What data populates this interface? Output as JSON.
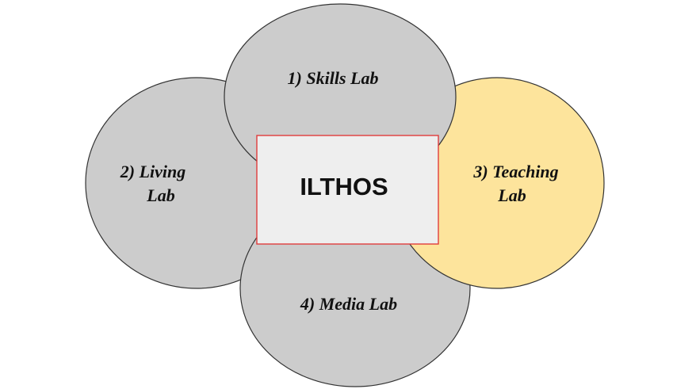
{
  "diagram": {
    "center": {
      "label": "ILTHOS"
    },
    "nodes": [
      {
        "id": "living",
        "line1": "2) Living",
        "line2": "Lab",
        "color": "#cccccc"
      },
      {
        "id": "media",
        "line1": "4) Media Lab",
        "line2": "",
        "color": "#cccccc"
      },
      {
        "id": "teaching",
        "line1": "3) Teaching",
        "line2": "Lab",
        "color": "#fde49c"
      },
      {
        "id": "skills",
        "line1": "1) Skills Lab",
        "line2": "",
        "color": "#cccccc"
      }
    ],
    "colors": {
      "circle_stroke": "#333333",
      "center_fill": "#eeeeee",
      "center_stroke": "#e03c3c"
    }
  }
}
